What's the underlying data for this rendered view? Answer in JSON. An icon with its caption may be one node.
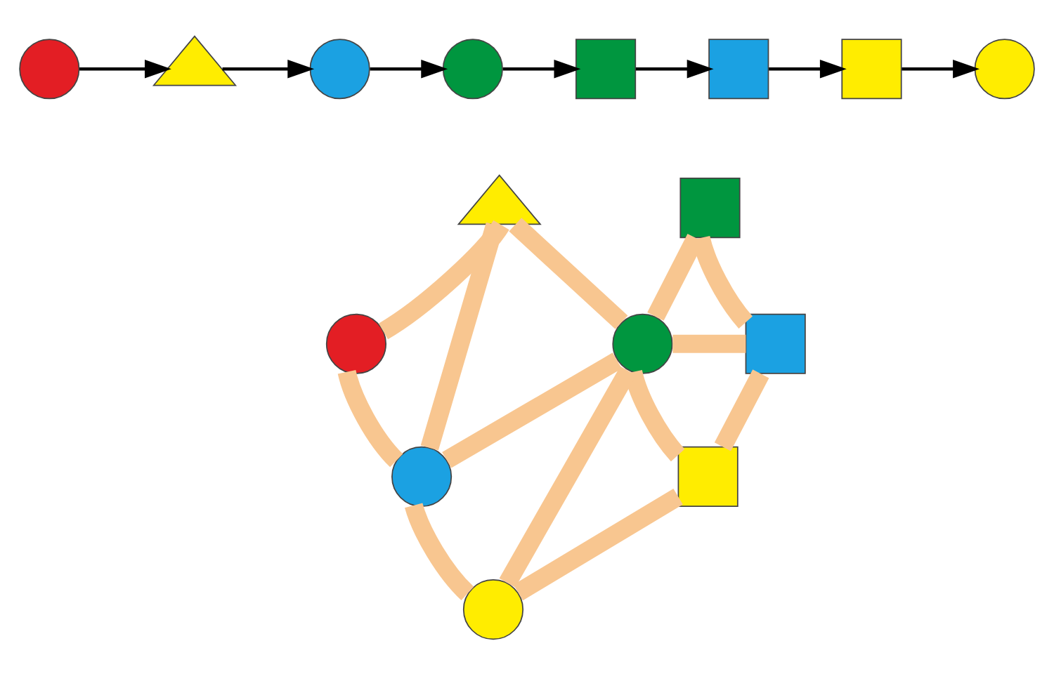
{
  "diagram": {
    "nodes": [
      {
        "text": [],
        "shape": "circle"
      },
      {
        "text": [],
        "shape": "triangle"
      },
      {
        "text": [],
        "shape": "circle"
      },
      {
        "text": [],
        "shape": "circle"
      },
      {
        "text": [],
        "shape": "box"
      },
      {
        "text": [],
        "shape": "box"
      },
      {
        "text": [],
        "shape": "box"
      },
      {
        "text": [],
        "shape": "circle"
      },
      {
        "text": [],
        "shape": "triangle"
      },
      {
        "text": [],
        "shape": "box"
      },
      {
        "text": [],
        "shape": "circle"
      },
      {
        "text": [],
        "shape": "circle"
      },
      {
        "text": [],
        "shape": "box"
      },
      {
        "text": [],
        "shape": "circle"
      },
      {
        "text": [],
        "shape": "box"
      },
      {
        "text": [],
        "shape": "circle"
      }
    ],
    "edges": [
      {
        "from": 0,
        "to": 1,
        "arrow": "to",
        "color": "#000000"
      },
      {
        "from": 1,
        "to": 2,
        "arrow": "to",
        "color": "#000000"
      },
      {
        "from": 2,
        "to": 3,
        "arrow": "to",
        "color": "#000000"
      },
      {
        "from": 3,
        "to": 4,
        "arrow": "to",
        "color": "#000000"
      },
      {
        "from": 4,
        "to": 5,
        "arrow": "to",
        "color": "#000000"
      },
      {
        "from": 5,
        "to": 6,
        "arrow": "to",
        "color": "#000000"
      },
      {
        "from": 6,
        "to": 7,
        "arrow": "to",
        "color": "#000000"
      },
      {
        "from": 10,
        "to": 8,
        "arrow": "none"
      },
      {
        "from": 10,
        "to": 13,
        "arrow": "none"
      },
      {
        "from": 8,
        "to": 13,
        "arrow": "none"
      },
      {
        "from": 8,
        "to": 11,
        "arrow": "none"
      },
      {
        "from": 11,
        "to": 13,
        "arrow": "none"
      },
      {
        "from": 11,
        "to": 9,
        "arrow": "none"
      },
      {
        "from": 11,
        "to": 12,
        "arrow": "none"
      },
      {
        "from": 11,
        "to": 15,
        "arrow": "none"
      },
      {
        "from": 11,
        "to": 14,
        "arrow": "none"
      },
      {
        "from": 9,
        "to": 12,
        "arrow": "none"
      },
      {
        "from": 12,
        "to": 14,
        "arrow": "none"
      },
      {
        "from": 14,
        "to": 15,
        "arrow": "none"
      },
      {
        "from": 13,
        "to": 15,
        "arrow": "none"
      }
    ]
  }
}
